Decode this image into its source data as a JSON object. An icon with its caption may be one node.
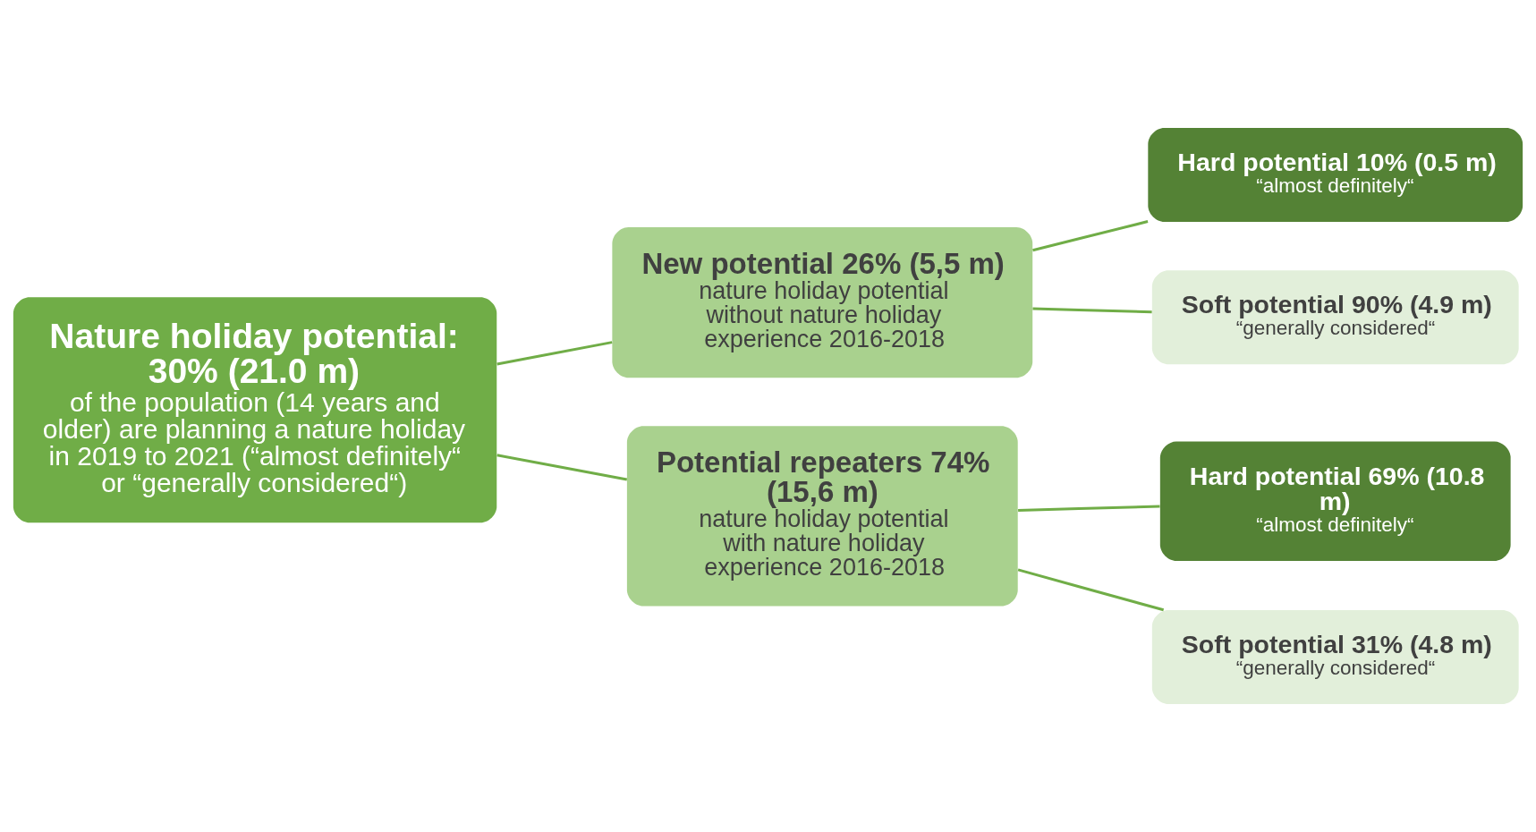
{
  "diagram": {
    "nodes": [
      {
        "text": [
          "Nature holiday potential: 30% (21.0 m)",
          "of the population (14 years and older) are planning a nature holiday in 2019 to 2021 (“almost definitely“ or “generally considered“)"
        ]
      },
      {
        "text": [
          "New potential 26% (5,5 m)",
          "nature holiday potential without nature holiday experience 2016-2018"
        ]
      },
      {
        "text": [
          "Potential repeaters 74% (15,6 m)",
          "nature holiday potential with nature holiday experience 2016-2018"
        ]
      },
      {
        "text": [
          "Hard potential 10% (0.5 m)",
          "“almost definitely“"
        ]
      },
      {
        "text": [
          "Soft potential 90% (4.9 m)",
          "“generally considered“"
        ]
      },
      {
        "text": [
          "Hard potential 69% (10.8 m)",
          "“almost definitely“"
        ]
      },
      {
        "text": [
          "Soft potential 31% (4.8 m)",
          "“generally considered“"
        ]
      }
    ],
    "edges": [
      {
        "from": 0,
        "to": 1,
        "arrow": "none"
      },
      {
        "from": 0,
        "to": 2,
        "arrow": "none"
      },
      {
        "from": 1,
        "to": 3,
        "arrow": "none"
      },
      {
        "from": 1,
        "to": 4,
        "arrow": "none"
      },
      {
        "from": 2,
        "to": 5,
        "arrow": "none"
      },
      {
        "from": 2,
        "to": 6,
        "arrow": "none"
      }
    ]
  }
}
